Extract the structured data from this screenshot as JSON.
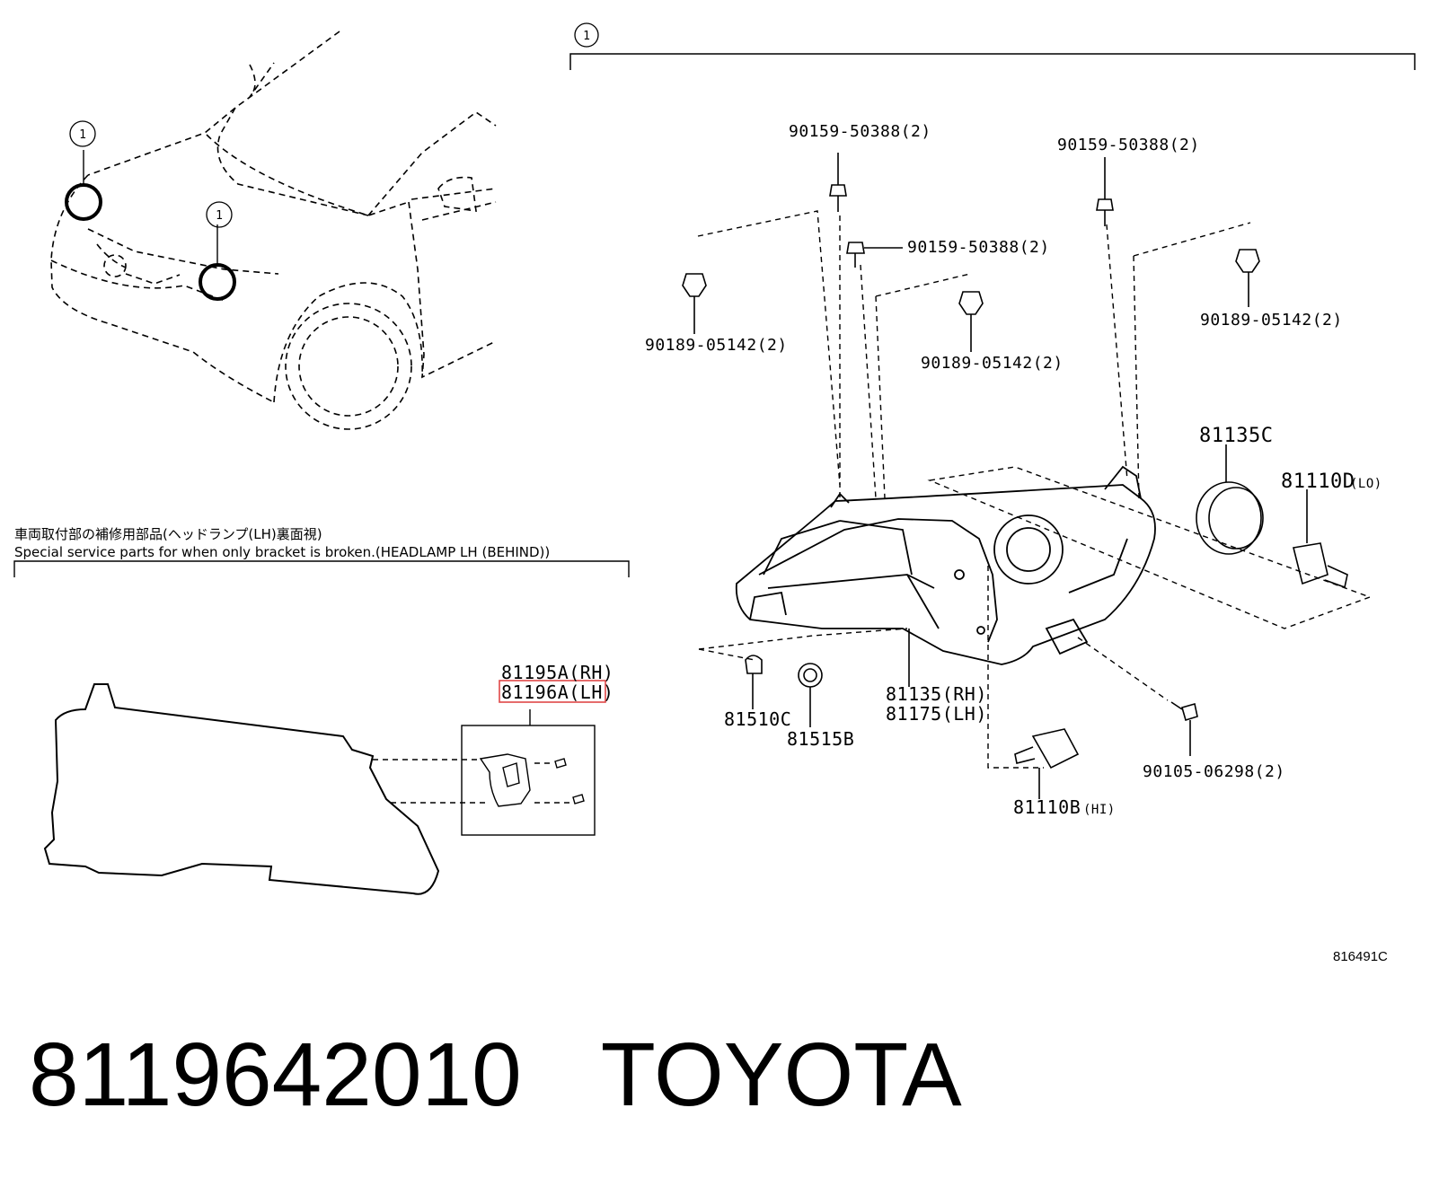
{
  "callout_one": "1",
  "header_jp": "車両取付部の補修用部品(ヘッドランプ(LH)裏面視)",
  "header_en": "Special service parts for when only bracket is broken.(HEADLAMP LH (BEHIND))",
  "labels": {
    "screw_a": "90159-50388(2)",
    "screw_b": "90159-50388(2)",
    "screw_c": "90159-50388(2)",
    "clip_a": "90189-05142(2)",
    "clip_b": "90189-05142(2)",
    "clip_c": "90189-05142(2)",
    "cover": "81135C",
    "bulb_lo": "81110D",
    "bulb_lo_note": "(LO)",
    "lamp_rh": "81135(RH)",
    "lamp_lh": "81175(LH)",
    "socket_c": "81510C",
    "socket_b": "81515B",
    "bolt": "90105-06298(2)",
    "bulb_hi": "81110B",
    "bulb_hi_note": "(HI)",
    "bracket_rh": "81195A(RH)",
    "bracket_lh": "81196A(LH)"
  },
  "diagram_code": "816491C",
  "part_number": "8119642010",
  "brand": "TOYOTA",
  "colors": {
    "line": "#000000",
    "highlight": "#e04848"
  }
}
